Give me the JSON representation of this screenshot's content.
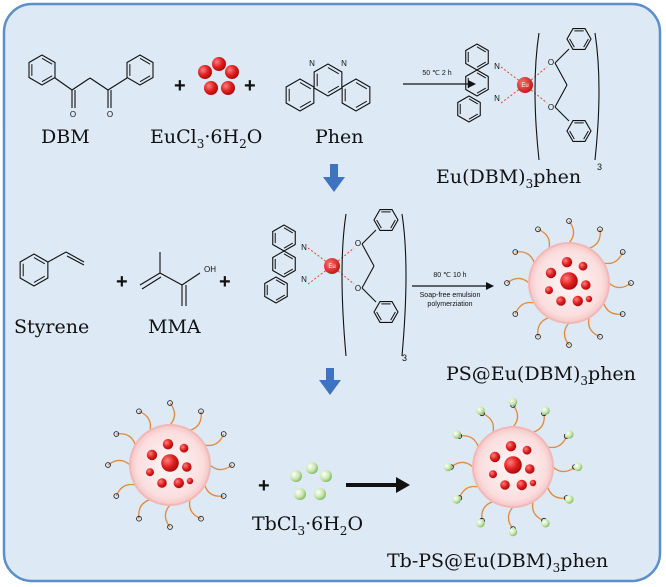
{
  "labels": {
    "dbm": "DBM",
    "eucl3_main": "EuCl",
    "eucl3_sub": "3",
    "eucl3_rest": "·6H",
    "eucl3_sub2": "2",
    "eucl3_end": "O",
    "phen": "Phen",
    "complex_main": "Eu(DBM)",
    "complex_sub": "3",
    "complex_end": "phen",
    "styrene": "Styrene",
    "mma": "MMA",
    "ps_main": "PS@Eu(DBM)",
    "ps_sub": "3",
    "ps_end": "phen",
    "tbcl3_main": "TbCl",
    "tbcl3_sub": "3",
    "tbcl3_rest": "·6H",
    "tbcl3_sub2": "2",
    "tbcl3_end": "O",
    "final_main": "Tb-PS@Eu(DBM)",
    "final_sub": "3",
    "final_end": "phen"
  },
  "conditions": {
    "step1": "50 ℃ 2 h",
    "step2_line1": "80 ℃ 10 h",
    "step2_line2": "Soap-free emulsion",
    "step2_line3": "polymerziation"
  },
  "atoms": {
    "eu": "Eu",
    "o": "O",
    "n": "N",
    "oh": "OH"
  },
  "operators": {
    "plus": "+",
    "repeat_sub": "3"
  },
  "colors": {
    "border": "#5b8fc9",
    "background": "#dde9f5",
    "arrow_blue": "#3e73c0",
    "sphere_red": "#e01f1f",
    "sphere_ring": "#f2b7b7",
    "chain_orange": "#e38a3c",
    "tb_green": "#a9d48a"
  }
}
